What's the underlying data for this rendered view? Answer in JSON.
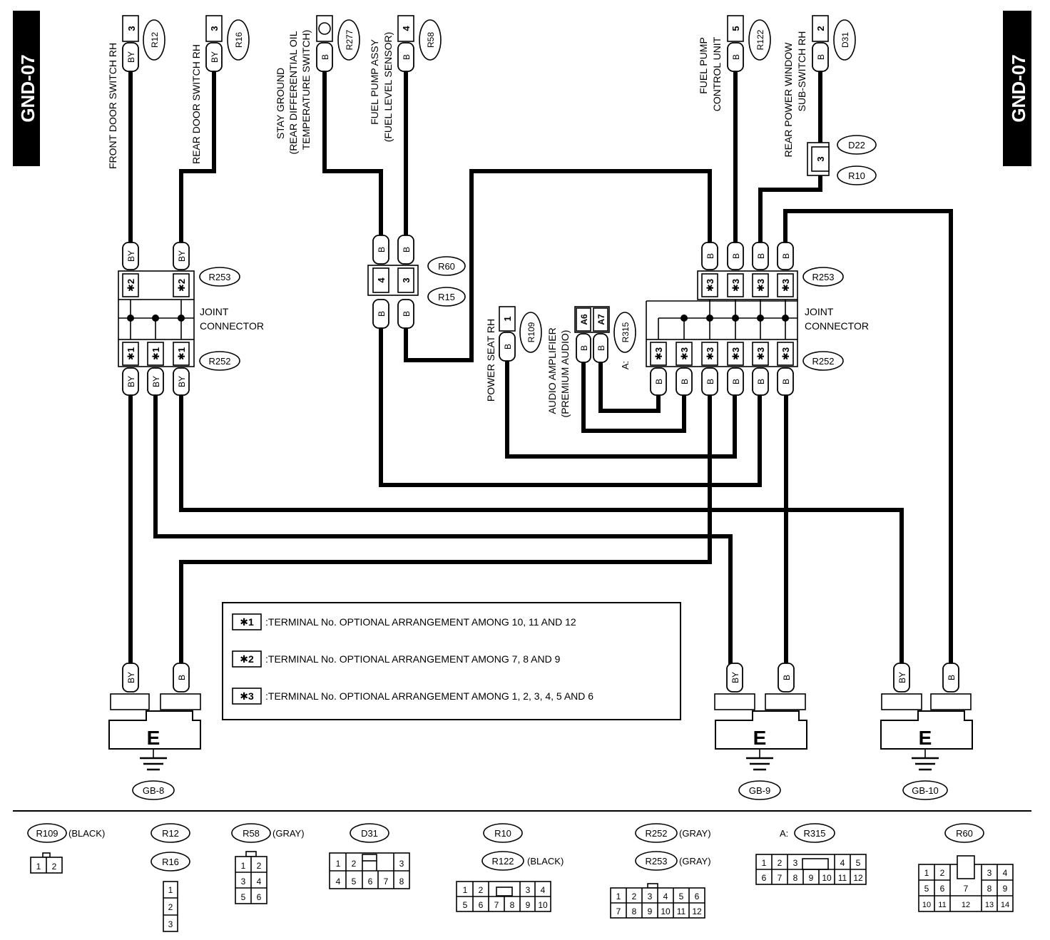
{
  "page": {
    "tag_left": "GND-07",
    "tag_right": "GND-07"
  },
  "components": {
    "front_door_switch_rh": "FRONT DOOR SWITCH RH",
    "rear_door_switch_rh": "REAR DOOR SWITCH RH",
    "stay_ground_1": "STAY GROUND",
    "stay_ground_2": "(REAR DIFFERENTIAL OIL",
    "stay_ground_3": "TEMPERATURE SWITCH)",
    "fuel_pump_assy_1": "FUEL PUMP ASSY",
    "fuel_pump_assy_2": "(FUEL LEVEL SENSOR)",
    "fuel_pump_cu_1": "FUEL PUMP",
    "fuel_pump_cu_2": "CONTROL UNIT",
    "rear_pw_sub_1": "REAR POWER WINDOW",
    "rear_pw_sub_2": "SUB-SWITCH RH",
    "power_seat_rh": "POWER SEAT RH",
    "audio_amp_1": "AUDIO AMPLIFIER",
    "audio_amp_2": "(PREMIUM AUDIO)",
    "joint_connector_1": "JOINT",
    "joint_connector_2": "CONNECTOR"
  },
  "connectors": {
    "R12": "R12",
    "R16": "R16",
    "R277": "R277",
    "R58": "R58",
    "R122": "R122",
    "D31": "D31",
    "D22": "D22",
    "R10": "R10",
    "R60": "R60",
    "R15": "R15",
    "R253": "R253",
    "R252": "R252",
    "R109": "R109",
    "R315": "R315",
    "R315_prefix": "A:",
    "A6": "A6",
    "A7": "A7"
  },
  "wire_colors": {
    "BY": "BY",
    "B": "B"
  },
  "pins": {
    "p3": "3",
    "p4": "4",
    "p5": "5",
    "p2": "2",
    "p1": "1",
    "star1": "✱1",
    "star2": "✱2",
    "star3": "✱3"
  },
  "grounds": {
    "E": "E",
    "GB8": "GB-8",
    "GB9": "GB-9",
    "GB10": "GB-10"
  },
  "legend": [
    {
      "mark": "✱1",
      "text": ":TERMINAL No. OPTIONAL ARRANGEMENT AMONG 10, 11 AND 12"
    },
    {
      "mark": "✱2",
      "text": ":TERMINAL No. OPTIONAL ARRANGEMENT AMONG 7, 8 AND 9"
    },
    {
      "mark": "✱3",
      "text": ":TERMINAL No. OPTIONAL ARRANGEMENT AMONG 1, 2, 3, 4, 5 AND 6"
    }
  ],
  "connector_views": {
    "r109": {
      "name": "R109",
      "note": "(BLACK)",
      "pins": [
        "1",
        "2"
      ]
    },
    "r12": {
      "name": "R12"
    },
    "r16": {
      "name": "R16",
      "pins": [
        "1",
        "2",
        "3"
      ]
    },
    "r58": {
      "name": "R58",
      "note": "(GRAY)",
      "pins": [
        "1",
        "2",
        "3",
        "4",
        "5",
        "6"
      ]
    },
    "d31": {
      "name": "D31",
      "pins": [
        "1",
        "2",
        "3",
        "4",
        "5",
        "6",
        "7",
        "8"
      ]
    },
    "r10": {
      "name": "R10"
    },
    "r122": {
      "name": "R122",
      "note": "(BLACK)",
      "pins": [
        "1",
        "2",
        "3",
        "4",
        "5",
        "6",
        "7",
        "8",
        "9",
        "10"
      ]
    },
    "r252": {
      "name": "R252",
      "note": "(GRAY)"
    },
    "r253": {
      "name": "R253",
      "note": "(GRAY)",
      "pins": [
        "1",
        "2",
        "3",
        "4",
        "5",
        "6",
        "7",
        "8",
        "9",
        "10",
        "11",
        "12"
      ]
    },
    "r315": {
      "prefix": "A:",
      "name": "R315",
      "pins": [
        "1",
        "2",
        "3",
        "4",
        "5",
        "6",
        "7",
        "8",
        "9",
        "10",
        "11",
        "12"
      ]
    },
    "r60": {
      "name": "R60",
      "pins": [
        "1",
        "2",
        "3",
        "4",
        "5",
        "6",
        "7",
        "8",
        "9",
        "10",
        "11",
        "12",
        "13",
        "14"
      ]
    }
  }
}
